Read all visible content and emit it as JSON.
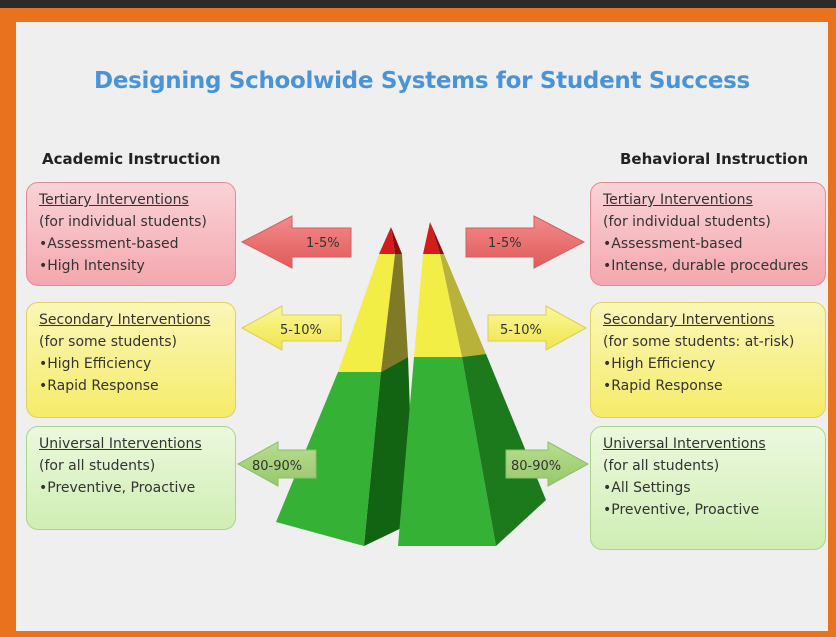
{
  "title": "Designing Schoolwide Systems for Student Success",
  "academic": {
    "header_a": "Academic",
    "header_b": "Instruction",
    "tertiary": {
      "heading": "Tertiary Interventions",
      "sub": "(for individual students)",
      "bullets": [
        "Assessment-based",
        "High Intensity"
      ]
    },
    "secondary": {
      "heading": "Secondary Interventions",
      "sub": "(for some students)",
      "bullets": [
        "High Efficiency",
        "Rapid Response"
      ]
    },
    "universal": {
      "heading": "Universal Interventions",
      "sub": "(for all students)",
      "bullets": [
        "Preventive, Proactive"
      ]
    }
  },
  "behavioral": {
    "header": "Behavioral Instruction",
    "tertiary": {
      "heading": "Tertiary Interventions",
      "sub": "(for individual students)",
      "bullets": [
        "Assessment-based",
        "Intense, durable procedures"
      ]
    },
    "secondary": {
      "heading": "Secondary Interventions",
      "sub": "(for some students: at-risk)",
      "bullets": [
        "High Efficiency",
        "Rapid Response"
      ]
    },
    "universal": {
      "heading": "Universal Interventions",
      "sub": "(for all students)",
      "bullets": [
        "All Settings",
        "Preventive, Proactive"
      ]
    }
  },
  "arrows": {
    "tertiary": "1-5%",
    "secondary": "5-10%",
    "universal": "80-90%"
  },
  "colors": {
    "frame": "#e8721e",
    "title": "#4a94d6",
    "tier_red": "#e23a3a",
    "tier_yellow": "#f0ec4a",
    "tier_green": "#2aa12a"
  }
}
